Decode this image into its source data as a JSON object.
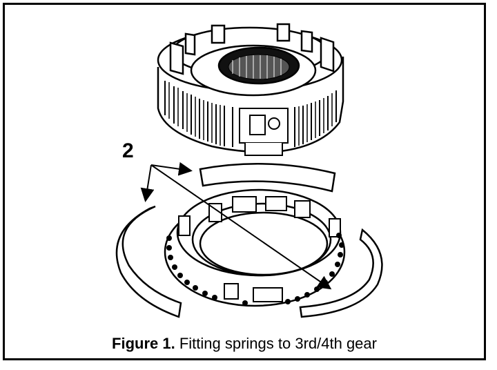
{
  "figure": {
    "callout": "2",
    "caption_label": "Figure 1.",
    "caption_text": "Fitting springs to 3rd/4th gear",
    "line_color": "#000000",
    "background_color": "#ffffff"
  }
}
